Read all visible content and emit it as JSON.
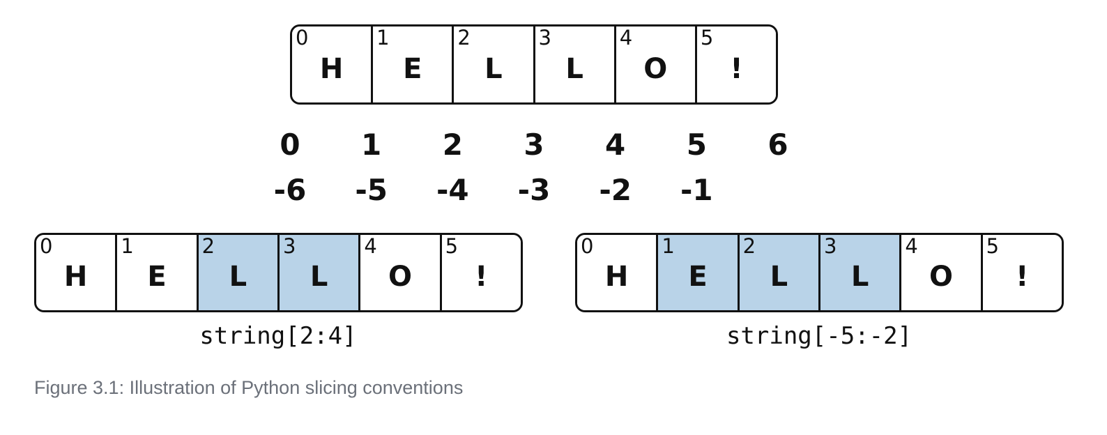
{
  "top_strip": {
    "cells": [
      {
        "index": "0",
        "char": "H",
        "highlighted": false
      },
      {
        "index": "1",
        "char": "E",
        "highlighted": false
      },
      {
        "index": "2",
        "char": "L",
        "highlighted": false
      },
      {
        "index": "3",
        "char": "L",
        "highlighted": false
      },
      {
        "index": "4",
        "char": "O",
        "highlighted": false
      },
      {
        "index": "5",
        "char": "!",
        "highlighted": false
      }
    ]
  },
  "positive_indices": [
    "0",
    "1",
    "2",
    "3",
    "4",
    "5",
    "6"
  ],
  "negative_indices": [
    "-6",
    "-5",
    "-4",
    "-3",
    "-2",
    "-1"
  ],
  "left_strip": {
    "cells": [
      {
        "index": "0",
        "char": "H",
        "highlighted": false
      },
      {
        "index": "1",
        "char": "E",
        "highlighted": false
      },
      {
        "index": "2",
        "char": "L",
        "highlighted": true
      },
      {
        "index": "3",
        "char": "L",
        "highlighted": true
      },
      {
        "index": "4",
        "char": "O",
        "highlighted": false
      },
      {
        "index": "5",
        "char": "!",
        "highlighted": false
      }
    ],
    "label": "string[2:4]"
  },
  "right_strip": {
    "cells": [
      {
        "index": "0",
        "char": "H",
        "highlighted": false
      },
      {
        "index": "1",
        "char": "E",
        "highlighted": true
      },
      {
        "index": "2",
        "char": "L",
        "highlighted": true
      },
      {
        "index": "3",
        "char": "L",
        "highlighted": true
      },
      {
        "index": "4",
        "char": "O",
        "highlighted": false
      },
      {
        "index": "5",
        "char": "!",
        "highlighted": false
      }
    ],
    "label": "string[-5:-2]"
  },
  "colors": {
    "highlight": "#b9d3e8",
    "border": "#111111",
    "caption": "#6b7079"
  },
  "caption": "Figure 3.1: Illustration of Python slicing conventions"
}
